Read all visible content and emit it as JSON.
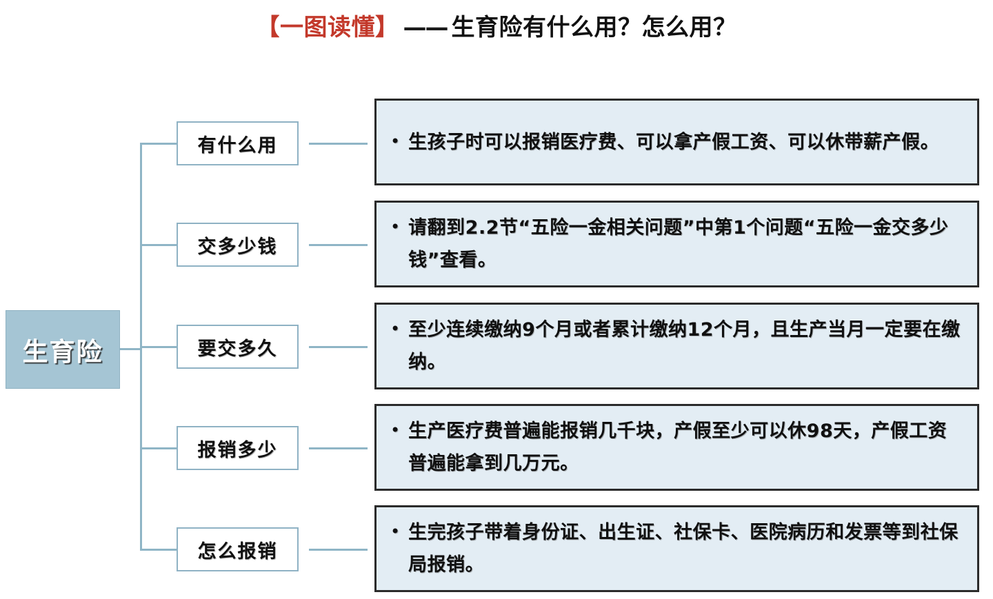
{
  "title": {
    "bracket_text": "【一图读懂】",
    "dash": "——",
    "main_text": "生育险有什么用？怎么用？",
    "bracket_color": "#c3392b",
    "main_color": "#111111"
  },
  "root": {
    "label": "生育险",
    "fill_color": "#a5c5d4",
    "text_color": "#ffffff"
  },
  "connector": {
    "color": "#8fb5c6"
  },
  "branches": [
    {
      "label": "有什么用",
      "bullet": "•",
      "content": "生孩子时可以报销医疗费、可以拿产假工资、可以休带薪产假。"
    },
    {
      "label": "交多少钱",
      "bullet": "•",
      "content": "请翻到2.2节“五险一金相关问题”中第1个问题“五险一金交多少钱”查看。"
    },
    {
      "label": "要交多久",
      "bullet": "•",
      "content": "至少连续缴纳9个月或者累计缴纳12个月，且生产当月一定要在缴纳。"
    },
    {
      "label": "报销多少",
      "bullet": "•",
      "content": "生产医疗费普遍能报销几千块，产假至少可以休98天，产假工资普遍能拿到几万元。"
    },
    {
      "label": "怎么报销",
      "bullet": "•",
      "content": "生完孩子带着身份证、出生证、社保卡、医院病历和发票等到社保局报销。"
    }
  ],
  "box_style": {
    "content_fill": "#e3edf4",
    "content_border": "#2b2b2b",
    "branch_border": "#8fb2c4",
    "branch_fill": "#ffffff"
  }
}
